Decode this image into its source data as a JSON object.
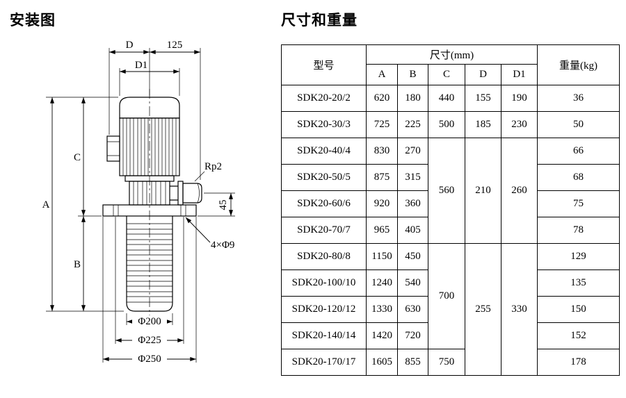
{
  "titles": {
    "drawing": "安装图",
    "table": "尺寸和重量"
  },
  "drawing": {
    "labels": {
      "d": "D",
      "len125": "125",
      "d1": "D1",
      "a": "A",
      "b": "B",
      "c": "C",
      "rp2": "Rp2",
      "off45": "45",
      "holes": "4×Φ9",
      "phi200": "Φ200",
      "phi225": "Φ225",
      "phi250": "Φ250"
    }
  },
  "table": {
    "header": {
      "model": "型号",
      "size_group": "尺寸(mm)",
      "col_a": "A",
      "col_b": "B",
      "col_c": "C",
      "col_d": "D",
      "col_d1": "D1",
      "weight": "重量(kg)"
    },
    "rows": [
      {
        "model": "SDK20-20/2",
        "a": "620",
        "b": "180",
        "c": "440",
        "d": "155",
        "d1": "190",
        "w": "36"
      },
      {
        "model": "SDK20-30/3",
        "a": "725",
        "b": "225",
        "c": "500",
        "d": "185",
        "d1": "230",
        "w": "50"
      },
      {
        "model": "SDK20-40/4",
        "a": "830",
        "b": "270",
        "c": "560",
        "d": "210",
        "d1": "260",
        "w": "66"
      },
      {
        "model": "SDK20-50/5",
        "a": "875",
        "b": "315",
        "w": "68"
      },
      {
        "model": "SDK20-60/6",
        "a": "920",
        "b": "360",
        "w": "75"
      },
      {
        "model": "SDK20-70/7",
        "a": "965",
        "b": "405",
        "w": "78"
      },
      {
        "model": "SDK20-80/8",
        "a": "1150",
        "b": "450",
        "c": "700",
        "d": "255",
        "d1": "330",
        "w": "129"
      },
      {
        "model": "SDK20-100/10",
        "a": "1240",
        "b": "540",
        "w": "135"
      },
      {
        "model": "SDK20-120/12",
        "a": "1330",
        "b": "630",
        "w": "150"
      },
      {
        "model": "SDK20-140/14",
        "a": "1420",
        "b": "720",
        "w": "152"
      },
      {
        "model": "SDK20-170/17",
        "a": "1605",
        "b": "855",
        "c": "750",
        "w": "178"
      }
    ]
  }
}
